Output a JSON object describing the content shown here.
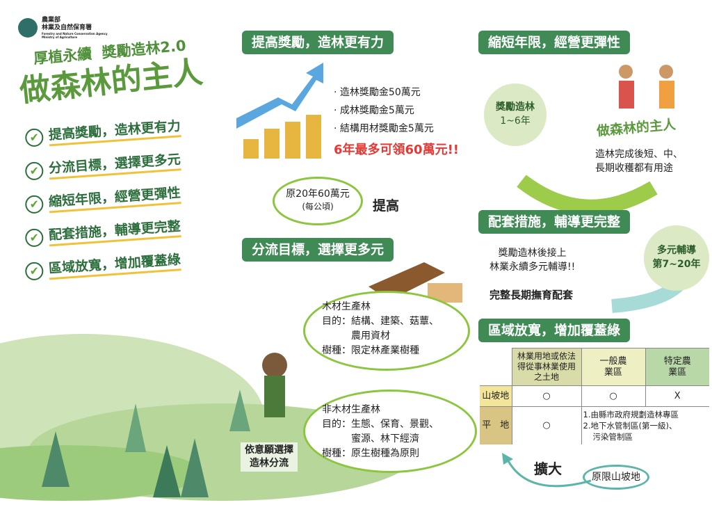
{
  "logo": {
    "line1": "農業部",
    "line2": "林業及自然保育署",
    "en1": "Forestry and Nature Conservation Agency",
    "en2": "Ministry of Agriculture"
  },
  "title": {
    "sub": "厚植永續  獎勵造林2.0",
    "main": "做森林的主人"
  },
  "checklist": [
    "提高獎勵，造林更有力",
    "分流目標，選擇更多元",
    "縮短年限，經營更彈性",
    "配套措施，輔導更完整",
    "區域放寬，增加覆蓋綠"
  ],
  "s1": {
    "header": "提高獎勵，造林更有力",
    "bullets": [
      "造林獎勵金50萬元",
      "成林獎勵金5萬元",
      "結構用材獎勵金5萬元"
    ],
    "highlight": "6年最多可領60萬元!!",
    "old": "原20年60萬元",
    "old_unit": "(每公頃)",
    "raise": "提高"
  },
  "s2": {
    "header": "分流目標，選擇更多元",
    "timber": {
      "title": "木材生產林",
      "purpose": "目的：結構、建築、菇蕈、",
      "purpose2": "農用資材",
      "species": "樹種：限定林產業樹種"
    },
    "nontimber": {
      "title": "非木材生產林",
      "purpose": "目的：生態、保育、景觀、",
      "purpose2": "蜜源、林下經濟",
      "species": "樹種：原生樹種為原則"
    },
    "choice": "依意願選擇",
    "choice2": "造林分流"
  },
  "s3": {
    "header": "縮短年限，經營更彈性",
    "circle1": "獎勵造林",
    "circle2": "1~6年",
    "owner": "做森林的主人",
    "desc1": "造林完成後短、中、",
    "desc2": "長期收穫都有用途"
  },
  "s4": {
    "header": "配套措施，輔導更完整",
    "text1": "獎勵造林後接上",
    "text2": "林業永續多元輔導!!",
    "text3": "完整長期撫育配套",
    "circle1": "多元輔導",
    "circle2": "第7~20年"
  },
  "s5": {
    "header": "區域放寬，增加覆蓋綠",
    "cols": [
      "林業用地或依法得從事林業使用之土地",
      "一般農業區",
      "特定農業區"
    ],
    "rows": [
      {
        "label": "山坡地",
        "cells": [
          "○",
          "○",
          "X"
        ]
      },
      {
        "label": "平　地",
        "cells": [
          "○"
        ],
        "note1": "1.由縣市政府規劃造林專區",
        "note2": "2.地下水管制區(第一級)、",
        "note3": "污染管制區"
      }
    ],
    "expand": "擴大",
    "original": "原限山坡地"
  },
  "colors": {
    "green": "#3f8a55",
    "accent": "#8cc63f",
    "red": "#e53935"
  }
}
